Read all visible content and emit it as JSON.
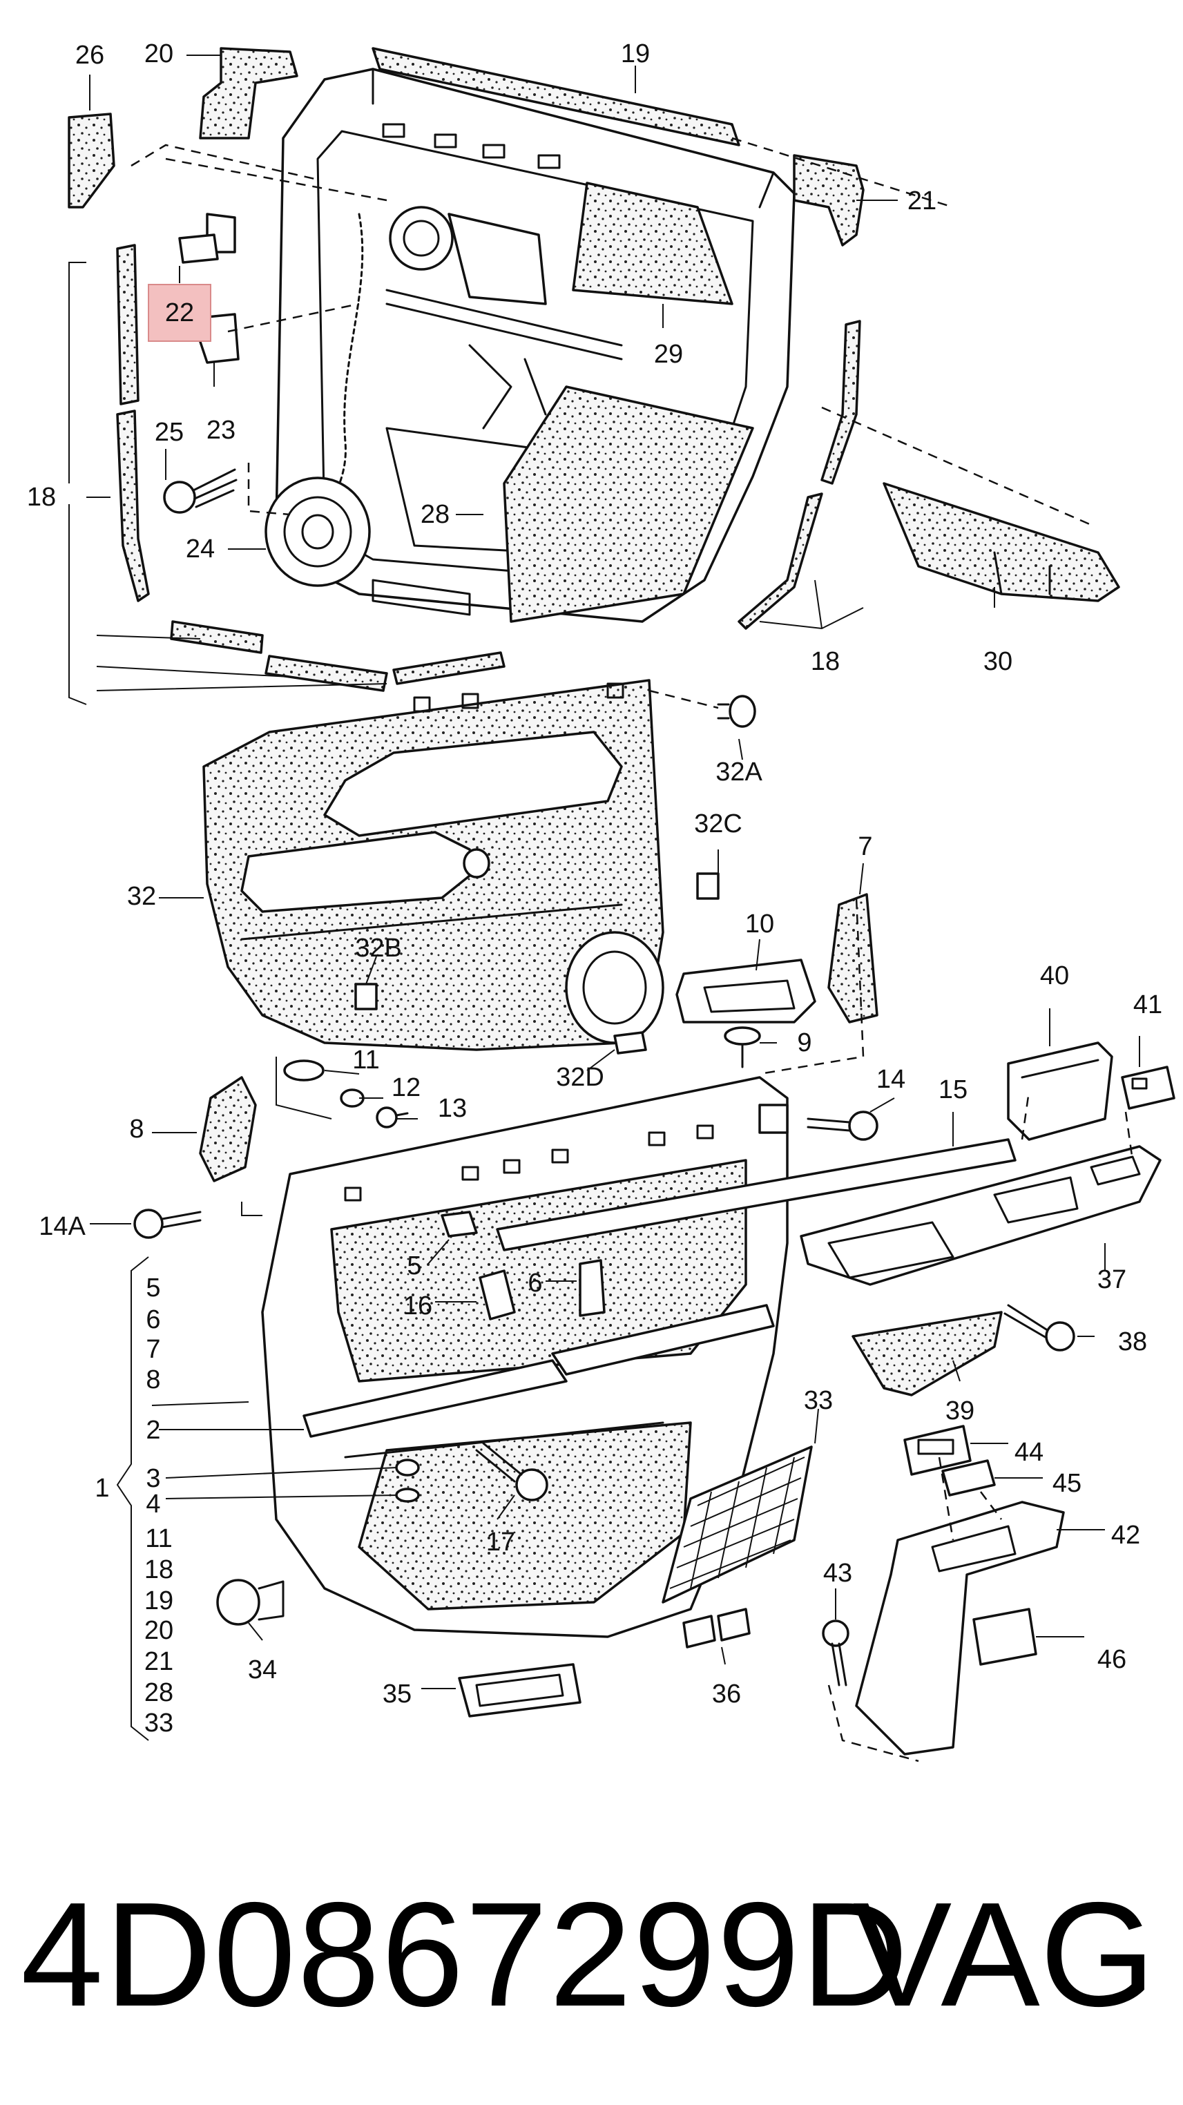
{
  "callouts": {
    "c1": "1",
    "c2": "2",
    "c3": "3",
    "c4": "4",
    "c5": "5",
    "c5b": "5",
    "c6": "6",
    "c6b": "6",
    "c7": "7",
    "c7b": "7",
    "c8": "8",
    "c8b": "8",
    "c9": "9",
    "c10": "10",
    "c11": "11",
    "c11b": "11",
    "c12": "12",
    "c13": "13",
    "c14": "14",
    "c14a": "14A",
    "c15": "15",
    "c16": "16",
    "c17": "17",
    "c18a": "18",
    "c18b": "18",
    "c18c": "18",
    "c19": "19",
    "c19b": "19",
    "c20": "20",
    "c20b": "20",
    "c21": "21",
    "c21b": "21",
    "c22": "22",
    "c23": "23",
    "c24": "24",
    "c25": "25",
    "c26": "26",
    "c28": "28",
    "c28b": "28",
    "c29": "29",
    "c30": "30",
    "c32": "32",
    "c32a": "32A",
    "c32b": "32B",
    "c32c": "32C",
    "c32d": "32D",
    "c33": "33",
    "c33b": "33",
    "c34": "34",
    "c35": "35",
    "c36": "36",
    "c37": "37",
    "c38": "38",
    "c39": "39",
    "c40": "40",
    "c41": "41",
    "c42": "42",
    "c43": "43",
    "c44": "44",
    "c45": "45",
    "c46": "46"
  },
  "highlight_color": "#e8a0a0",
  "footer": {
    "part_number": "4D0867299D",
    "brand": "VAG"
  }
}
